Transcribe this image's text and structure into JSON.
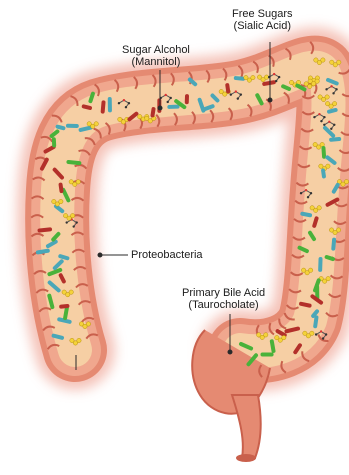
{
  "labels": {
    "free_sugars": {
      "line1": "Free Sugars",
      "line2": "(Sialic Acid)"
    },
    "sugar_alcohol": {
      "line1": "Sugar Alcohol",
      "line2": "(Mannitol)"
    },
    "proteobacteria": {
      "line1": "Proteobacteria"
    },
    "bile_acid": {
      "line1": "Primary Bile Acid",
      "line2": "(Taurocholate)"
    }
  },
  "colors": {
    "colon_wall": "#e58a72",
    "colon_fold": "#c9604c",
    "lumen": "#f6cfa4",
    "glow": "#f2b3a6",
    "bacteria_green": "#49b23a",
    "bacteria_blue": "#4aa7b8",
    "bacteria_red": "#b3302a",
    "molecule_yellow": "#f4d23a",
    "molecule_gray": "#555555"
  },
  "icons": [
    "colon-illustration",
    "bacteria-icon",
    "molecule-icon"
  ]
}
